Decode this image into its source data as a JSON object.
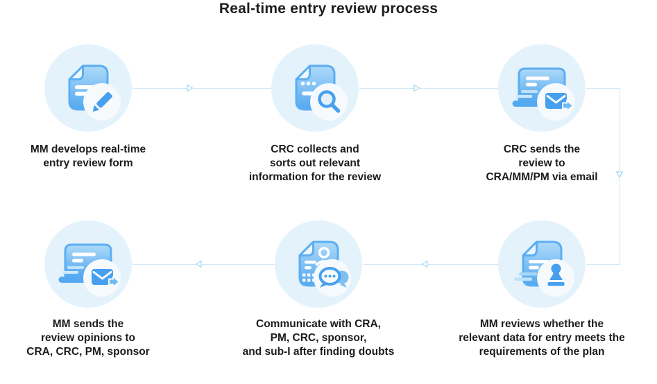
{
  "title": "Real-time entry review process",
  "colors": {
    "accent": "#46a0ee",
    "icon_fill_top": "#aedaf9",
    "icon_fill_bottom": "#54a8f0",
    "icon_stroke": "#5baef2",
    "circle_bg": "#e4f2fb",
    "badge_bg": "#f6fafd",
    "connector_line": "#cfe8f9",
    "arrow_stroke": "#a9d7f4",
    "text": "#1b1b1b"
  },
  "steps": [
    {
      "id": 1,
      "icon": "document-edit-icon",
      "lines": [
        "MM develops real-time",
        "entry review form"
      ]
    },
    {
      "id": 2,
      "icon": "document-search-icon",
      "lines": [
        "CRC collects and",
        "sorts out relevant",
        "information for the review"
      ]
    },
    {
      "id": 3,
      "icon": "laptop-send-email-icon",
      "lines": [
        "CRC sends the",
        "review to",
        "CRA/MM/PM via email"
      ]
    },
    {
      "id": 4,
      "icon": "document-stamp-icon",
      "lines": [
        "MM reviews whether the",
        "relevant data for entry meets the",
        "requirements of the plan"
      ]
    },
    {
      "id": 5,
      "icon": "document-chat-icon",
      "lines": [
        "Communicate with CRA,",
        "PM, CRC, sponsor,",
        "and sub-I after finding doubts"
      ]
    },
    {
      "id": 6,
      "icon": "laptop-send-email-icon",
      "lines": [
        "MM sends the",
        "review opinions to",
        "CRA, CRC, PM, sponsor"
      ]
    }
  ]
}
